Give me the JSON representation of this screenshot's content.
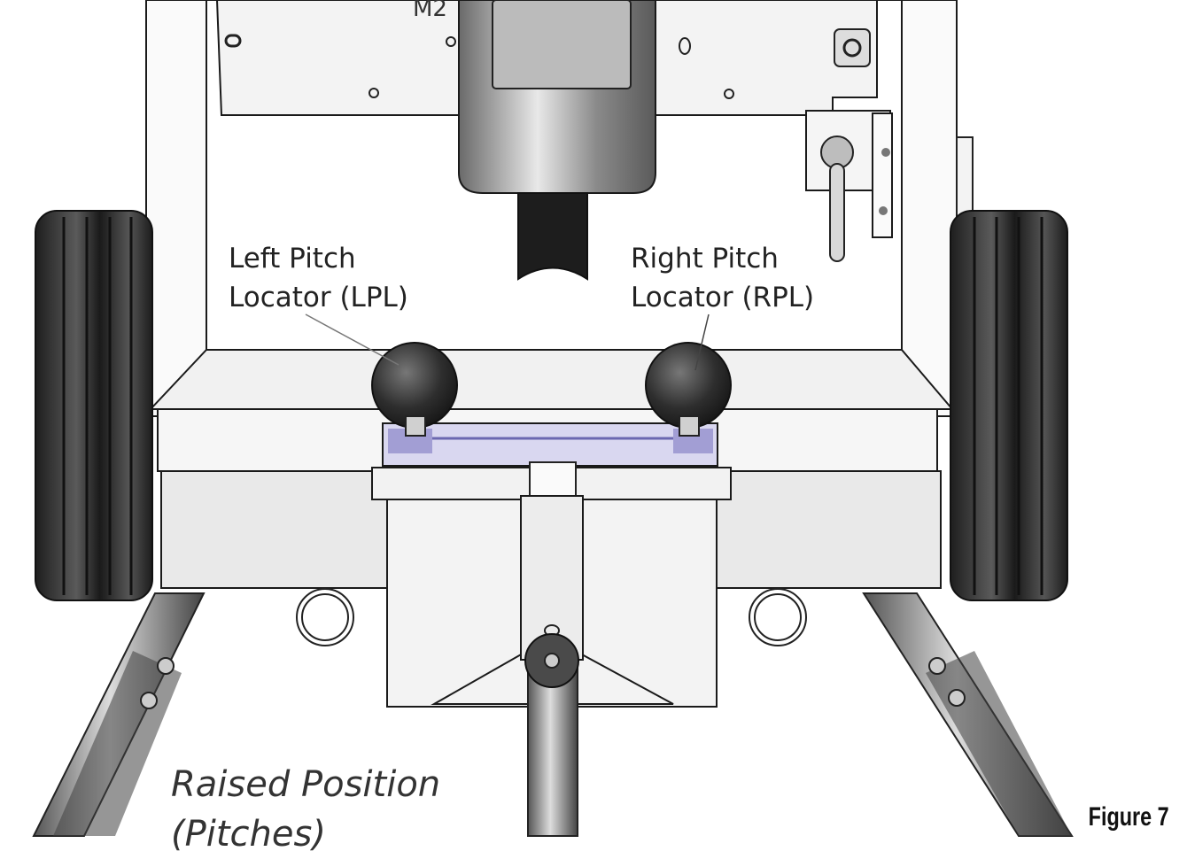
{
  "labels": {
    "left_pitch_line1": "Left Pitch",
    "left_pitch_line2": "Locator (LPL)",
    "right_pitch_line1": "Right Pitch",
    "right_pitch_line2": "Locator (RPL)"
  },
  "caption": {
    "line1": "Raised Position",
    "line2": "(Pitches)"
  },
  "figure_number": "Figure 7",
  "colors": {
    "line": "#1a1a1a",
    "panel": "#f4f4f4",
    "tire": "#2b2b2b",
    "metal": "#9a9a9a",
    "knob": "#3a3a3a",
    "clamp": "#8a86c8"
  }
}
